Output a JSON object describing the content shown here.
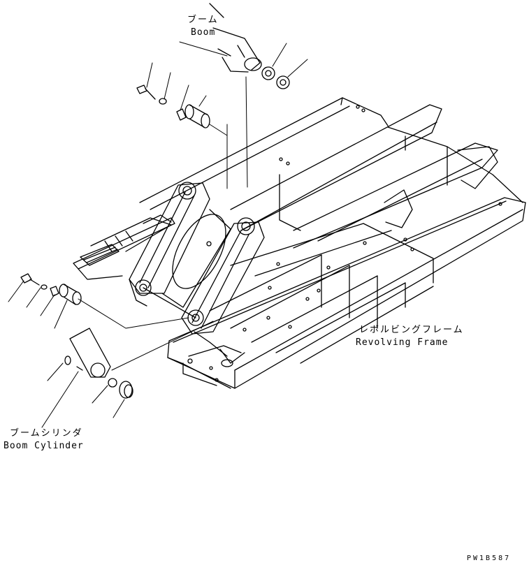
{
  "labels": {
    "boom_jp": "ブーム",
    "boom_en": "Boom",
    "frame_jp": "レボルビングフレーム",
    "frame_en": "Revolving Frame",
    "cyl_jp": "ブームシリンダ",
    "cyl_en": "Boom Cylinder",
    "drawing_no": "PW1B587"
  },
  "colors": {
    "ink": "#000000",
    "paper": "#ffffff"
  }
}
